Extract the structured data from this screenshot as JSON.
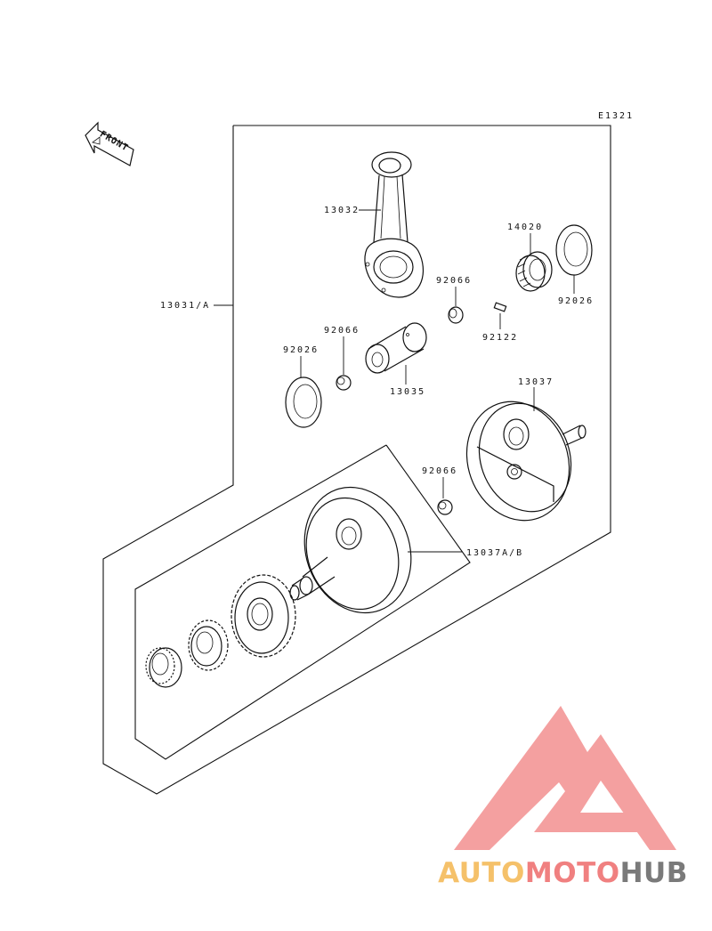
{
  "diagram": {
    "code": "E1321",
    "front_label": "FRONT",
    "parts": [
      {
        "id": "label_13032",
        "text": "13032"
      },
      {
        "id": "label_14020",
        "text": "14020"
      },
      {
        "id": "label_92026_top",
        "text": "92026"
      },
      {
        "id": "label_92066_top",
        "text": "92066"
      },
      {
        "id": "label_92122",
        "text": "92122"
      },
      {
        "id": "label_13031",
        "text": "13031/A"
      },
      {
        "id": "label_92066_mid",
        "text": "92066"
      },
      {
        "id": "label_92026_left",
        "text": "92026"
      },
      {
        "id": "label_13035",
        "text": "13035"
      },
      {
        "id": "label_13037",
        "text": "13037"
      },
      {
        "id": "label_92066_low",
        "text": "92066"
      },
      {
        "id": "label_13037AB",
        "text": "13037A/B"
      }
    ]
  },
  "watermark": {
    "brand_auto": "AUTO",
    "brand_moto": "MOTO",
    "brand_hub": "HUB",
    "colors": {
      "auto": "#f5c16a",
      "moto": "#f08080",
      "hub": "#7a7a7a",
      "logo": "#f08080"
    }
  }
}
